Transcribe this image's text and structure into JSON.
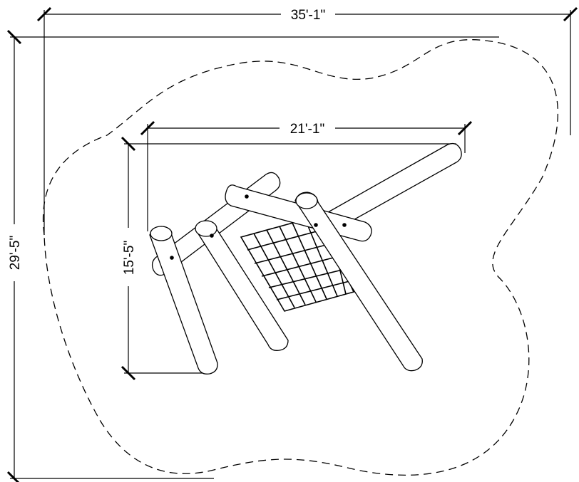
{
  "dimensions": {
    "overall_width": "35'-1\"",
    "overall_depth": "29'-5\"",
    "structure_width": "21'-1\"",
    "structure_depth": "15'-5\""
  }
}
